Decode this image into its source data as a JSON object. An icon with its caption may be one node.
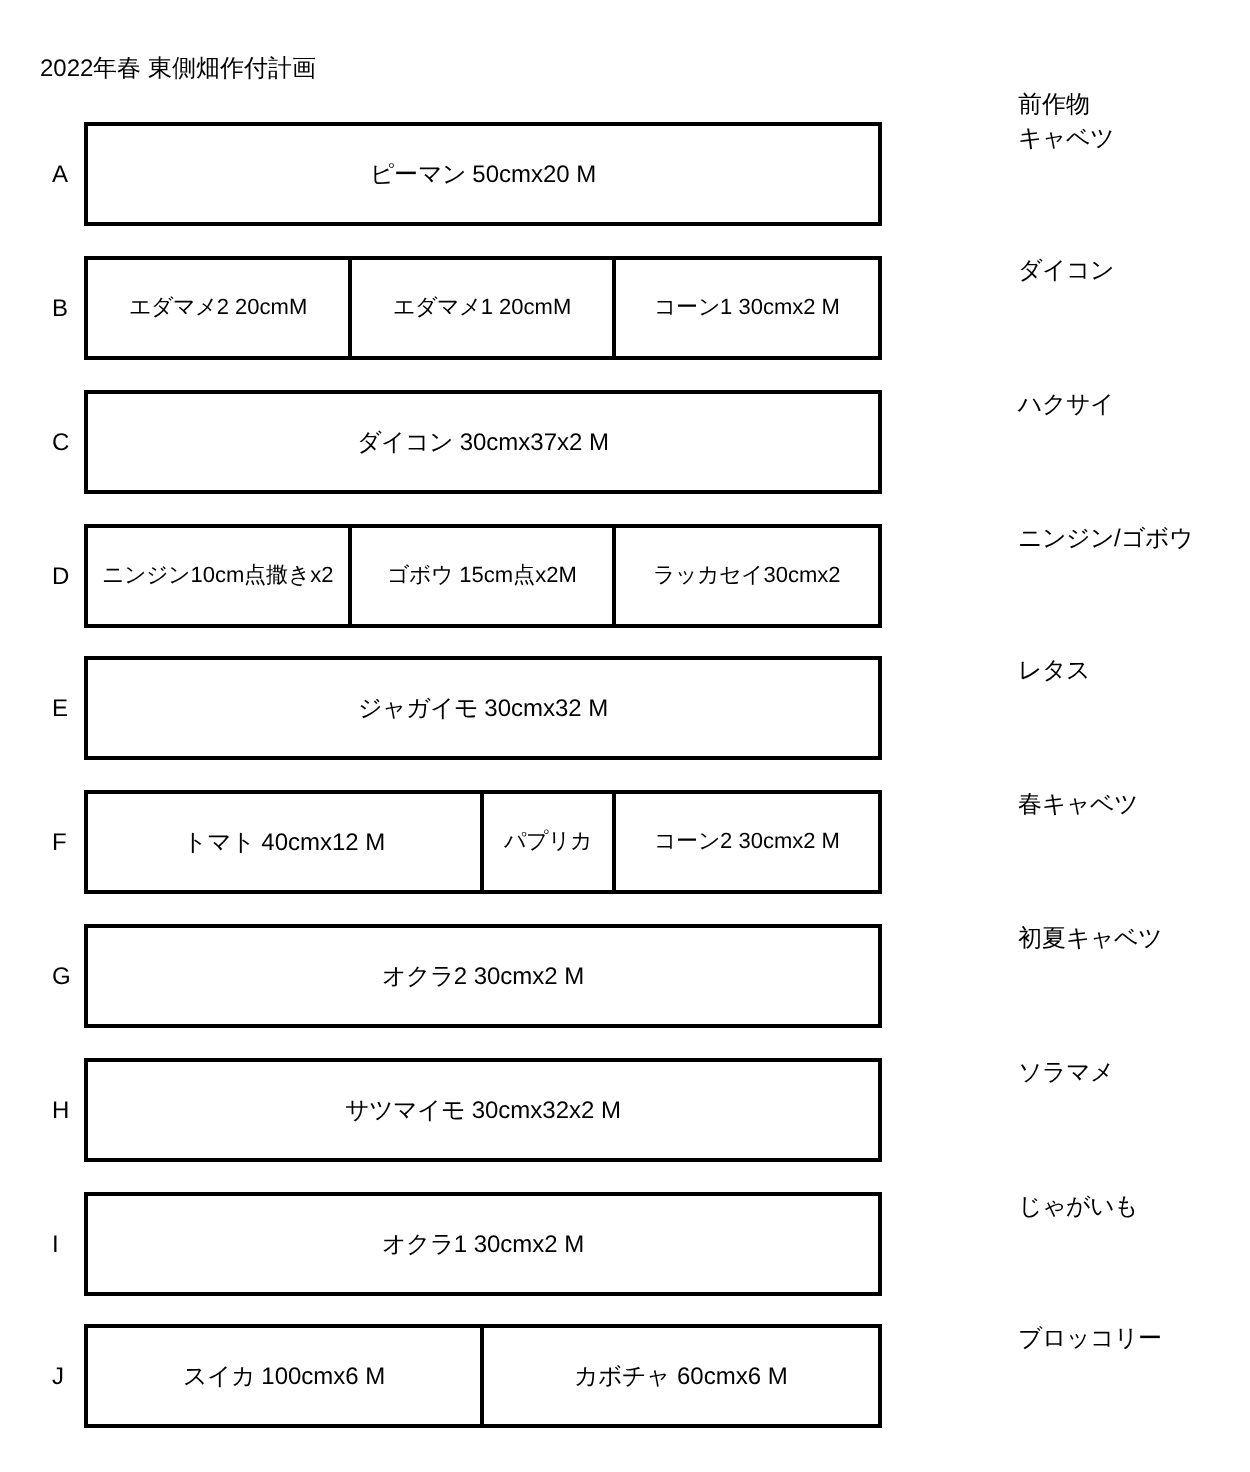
{
  "diagram": {
    "title": "2022年春 東側畑作付計画",
    "nodes": [
      {
        "text": [
          "ピーマン 50cmx20 M"
        ]
      },
      {
        "text": [
          "エダマメ2 20cmM"
        ]
      },
      {
        "text": [
          "エダマメ1 20cmM"
        ]
      },
      {
        "text": [
          "コーン1 30cmx2 M"
        ]
      },
      {
        "text": [
          "ダイコン 30cmx37x2 M"
        ]
      },
      {
        "text": [
          "ニンジン10cm点撒きx2"
        ]
      },
      {
        "text": [
          "ゴボウ 15cm点x2M"
        ]
      },
      {
        "text": [
          "ラッカセイ30cmx2"
        ]
      },
      {
        "text": [
          "ジャガイモ 30cmx32 M"
        ]
      },
      {
        "text": [
          "トマト 40cmx12 M"
        ]
      },
      {
        "text": [
          "パプリカ"
        ]
      },
      {
        "text": [
          "コーン2 30cmx2 M"
        ]
      },
      {
        "text": [
          "オクラ2 30cmx2 M"
        ]
      },
      {
        "text": [
          "サツマイモ 30cmx32x2 M"
        ]
      },
      {
        "text": [
          "オクラ1 30cmx2 M"
        ]
      },
      {
        "text": [
          "スイカ 100cmx6 M"
        ]
      },
      {
        "text": [
          "カボチャ 60cmx6 M"
        ]
      }
    ],
    "labels": [
      "前作物",
      "A",
      "キャベツ",
      "B",
      "ダイコン",
      "C",
      "ハクサイ",
      "D",
      "ニンジン/ゴボウ",
      "E",
      "レタス",
      "F",
      "春キャベツ",
      "G",
      "初夏キャベツ",
      "H",
      "ソラマメ",
      "I",
      "じゃがいも",
      "J",
      "ブロッコリー"
    ]
  }
}
